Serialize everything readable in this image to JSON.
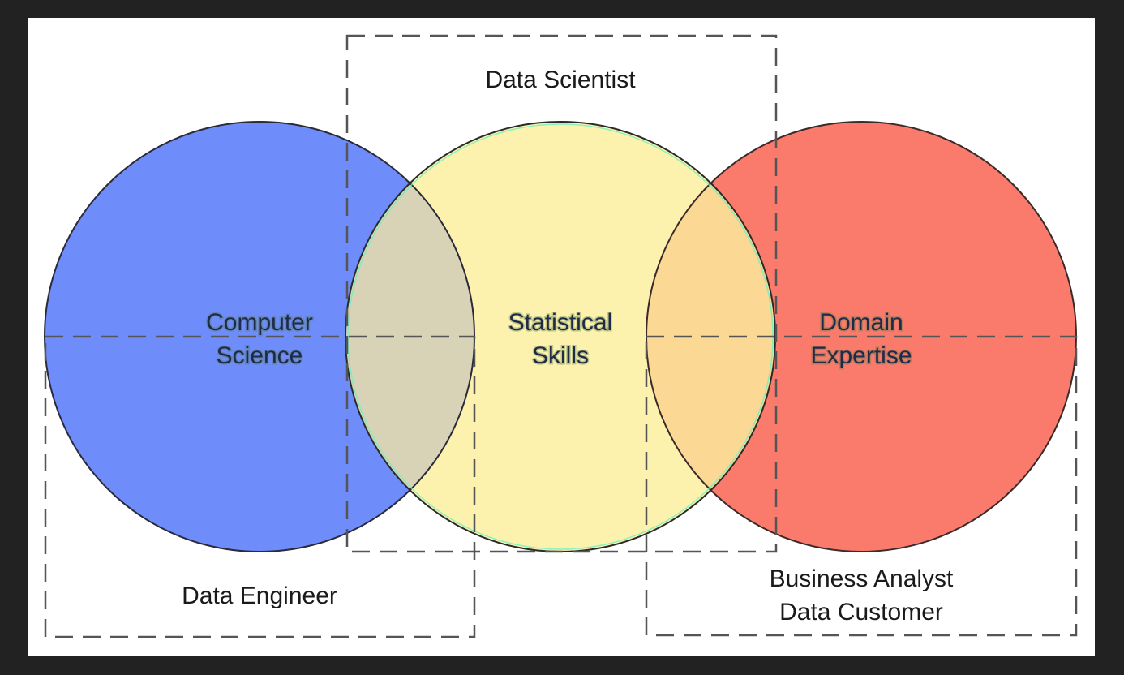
{
  "diagram": {
    "colors": {
      "frame": "#222222",
      "canvas": "#ffffff",
      "computer_science": "#6e8cfa",
      "statistical_skills": "#fdf2ad",
      "domain_expertise": "#fa7b6c",
      "overlap_cs_stats": "#d8d3b6",
      "overlap_stats_domain": "#fbd893",
      "stroke": "#2a2a3a"
    },
    "circles": {
      "computer_science": {
        "line1": "Computer",
        "line2": "Science"
      },
      "statistical_skills": {
        "line1": "Statistical",
        "line2": "Skills"
      },
      "domain_expertise": {
        "line1": "Domain",
        "line2": "Expertise"
      }
    },
    "roles": {
      "data_scientist": "Data Scientist",
      "data_engineer": "Data Engineer",
      "business_analyst": "Business Analyst",
      "data_customer": "Data Customer"
    }
  }
}
